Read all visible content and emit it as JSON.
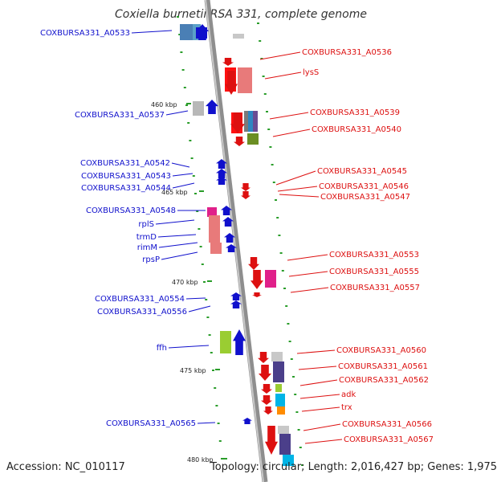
{
  "title": "Coxiella burnetii RSA 331, complete genome",
  "footer": {
    "accession": "Accession: NC_010117",
    "summary": "Topology: circular; Length: 2,016,427 bp; Genes: 1,975"
  },
  "ticks": [
    "460 kbp",
    "465 kbp",
    "470 kbp",
    "475 kbp",
    "480 kbp"
  ],
  "left_labels": [
    "COXBURSA331_A0533",
    "COXBURSA331_A0537",
    "COXBURSA331_A0542",
    "COXBURSA331_A0543",
    "COXBURSA331_A0544",
    "COXBURSA331_A0548",
    "rplS",
    "trmD",
    "rimM",
    "rpsP",
    "COXBURSA331_A0554",
    "COXBURSA331_A0556",
    "ffh",
    "COXBURSA331_A0565"
  ],
  "right_labels": [
    "COXBURSA331_A0536",
    "lysS",
    "COXBURSA331_A0539",
    "COXBURSA331_A0540",
    "COXBURSA331_A0545",
    "COXBURSA331_A0546",
    "COXBURSA331_A0547",
    "COXBURSA331_A0553",
    "COXBURSA331_A0555",
    "COXBURSA331_A0557",
    "COXBURSA331_A0560",
    "COXBURSA331_A0561",
    "COXBURSA331_A0562",
    "adk",
    "trx",
    "COXBURSA331_A0566",
    "COXBURSA331_A0567"
  ],
  "colors": {
    "forward": "#1010cc",
    "reverse": "#dd1010",
    "backbone": "#909090"
  }
}
